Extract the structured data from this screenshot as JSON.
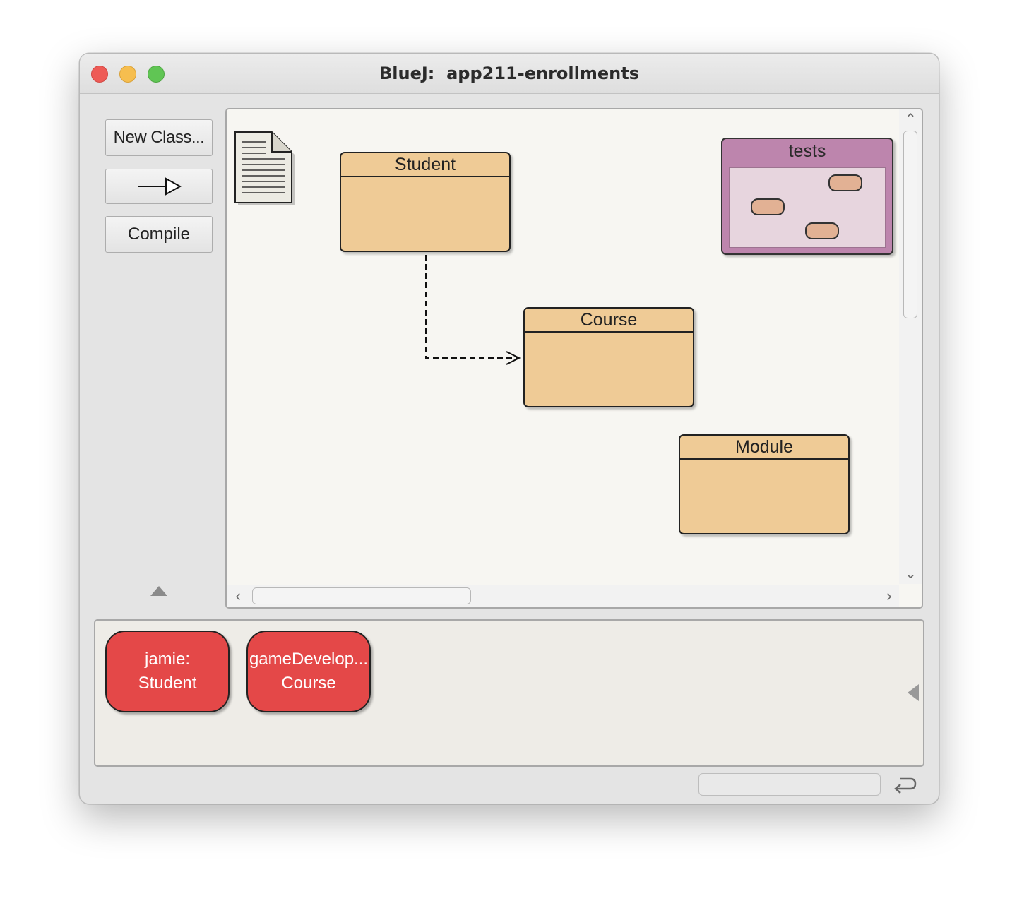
{
  "window": {
    "title": "BlueJ:  app211-enrollments"
  },
  "toolbar": {
    "new_class_label": "New Class...",
    "compile_label": "Compile"
  },
  "diagram": {
    "classes": [
      {
        "name": "Student"
      },
      {
        "name": "Course"
      },
      {
        "name": "Module"
      }
    ],
    "package": {
      "name": "tests"
    }
  },
  "object_bench": {
    "objects": [
      {
        "name": "jamie:",
        "type": "Student"
      },
      {
        "name": "gameDevelop...",
        "type": "Course"
      }
    ]
  },
  "colors": {
    "class_fill": "#efcb96",
    "package_fill": "#bd85ad",
    "object_fill": "#e44848"
  }
}
